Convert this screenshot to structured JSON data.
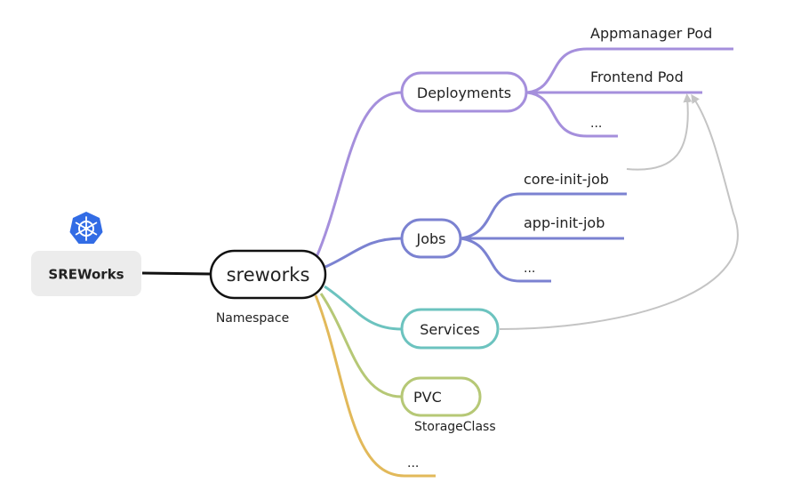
{
  "root": {
    "label": "SREWorks",
    "icon": "kubernetes-helm-icon"
  },
  "namespace": {
    "label": "sreworks",
    "caption": "Namespace"
  },
  "branches": {
    "deployments": {
      "label": "Deployments",
      "color": "#a58fdc",
      "children": [
        "Appmanager Pod",
        "Frontend Pod",
        "..."
      ]
    },
    "jobs": {
      "label": "Jobs",
      "color": "#7b82d1",
      "children": [
        "core-init-job",
        "app-init-job",
        "..."
      ]
    },
    "services": {
      "label": "Services",
      "color": "#6cc3bf"
    },
    "pvc": {
      "label": "PVC",
      "caption": "StorageClass",
      "color": "#b6c876"
    },
    "more": {
      "label": "...",
      "color": "#e2b95a"
    }
  },
  "colors": {
    "reference_arrow": "#c4c4c4",
    "root_box": "#ececec",
    "root_link": "#111111",
    "k8s_blue": "#326ce5"
  }
}
